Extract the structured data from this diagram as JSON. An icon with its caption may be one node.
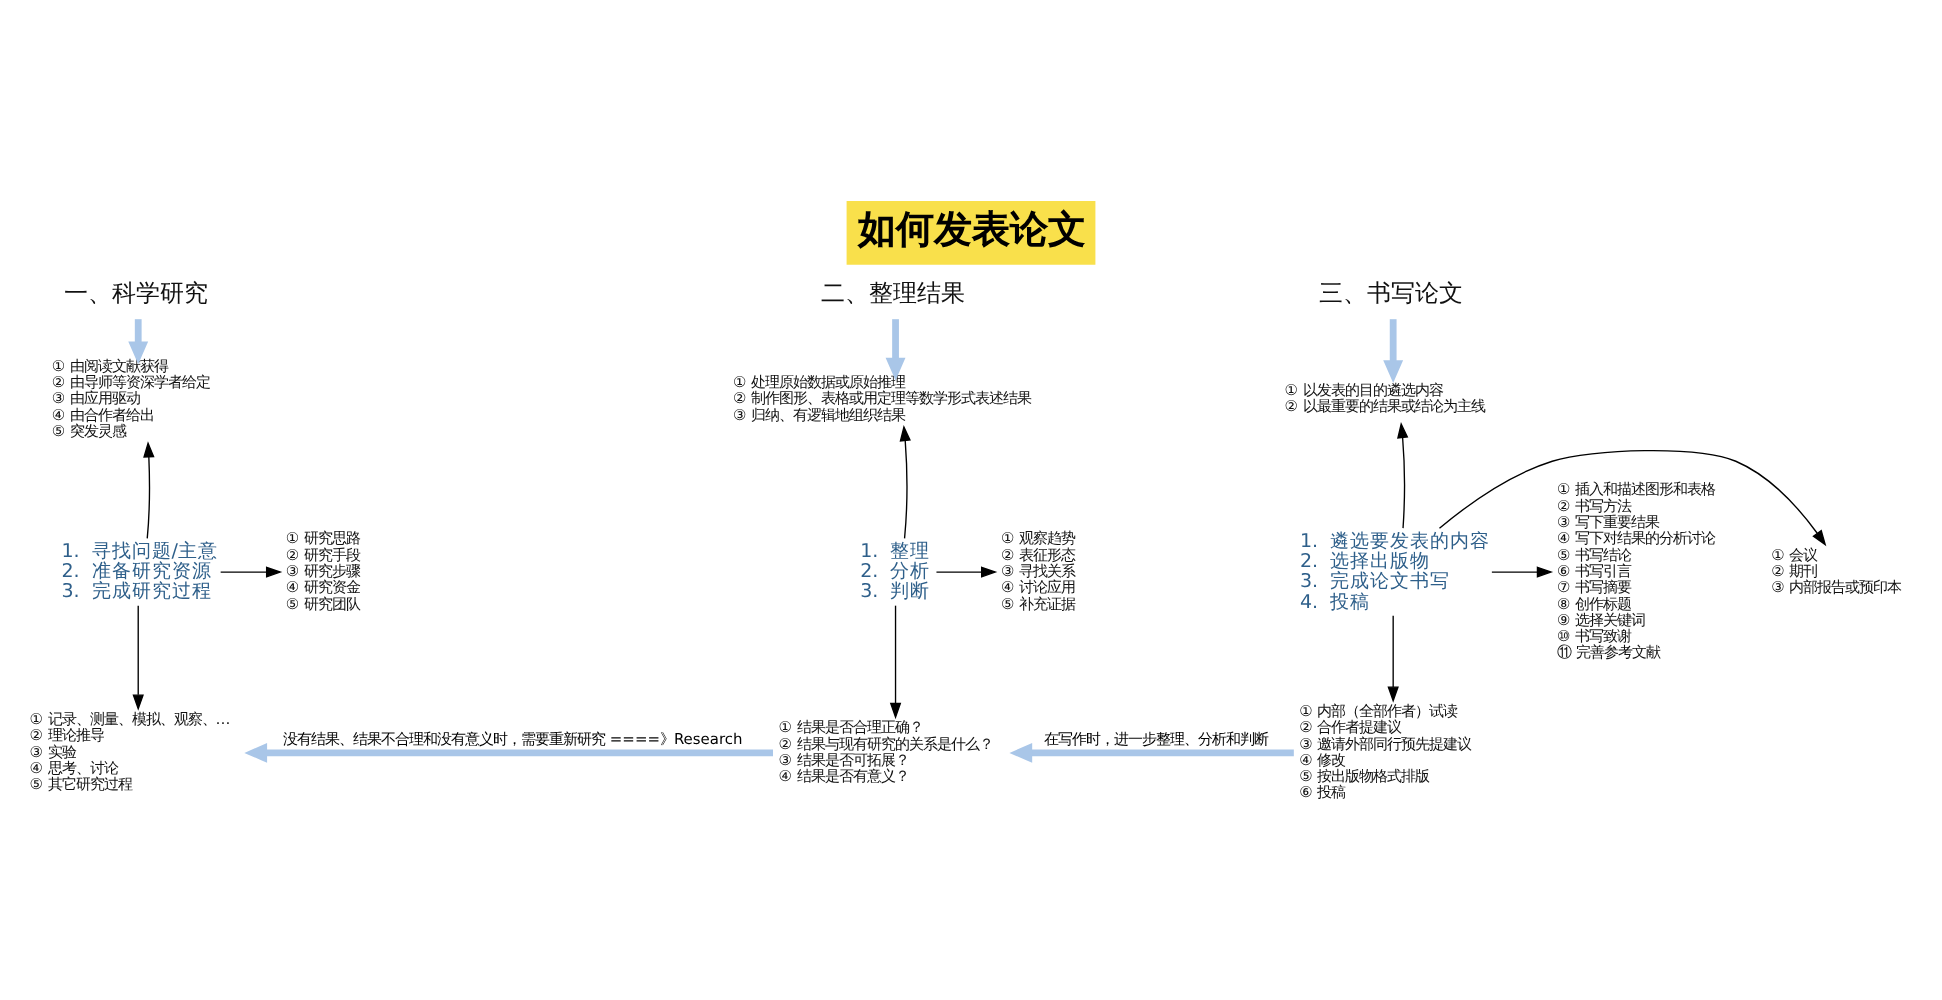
{
  "diagram": {
    "title": "如何发表论文",
    "nodes": [
      {
        "text": [
          "一、科学研究"
        ]
      },
      {
        "text": [
          "① 由阅读文献获得",
          "② 由导师等资深学者给定",
          "③ 由应用驱动",
          "④ 由合作者给出",
          "⑤ 突发灵感"
        ]
      },
      {
        "text": [
          "1.  寻找问题/主意",
          "2.  准备研究资源",
          "3.  完成研究过程"
        ]
      },
      {
        "text": [
          "① 研究思路",
          "② 研究手段",
          "③ 研究步骤",
          "④ 研究资金",
          "⑤ 研究团队"
        ]
      },
      {
        "text": [
          "① 记录、测量、模拟、观察、…",
          "② 理论推导",
          "③ 实验",
          "④ 思考、讨论",
          "⑤ 其它研究过程"
        ]
      },
      {
        "text": [
          "二、整理结果"
        ]
      },
      {
        "text": [
          "① 处理原始数据或原始推理",
          "② 制作图形、表格或用定理等数学形式表述结果",
          "③ 归纳、有逻辑地组织结果"
        ]
      },
      {
        "text": [
          "1.  整理",
          "2.  分析",
          "3.  判断"
        ]
      },
      {
        "text": [
          "① 观察趋势",
          "② 表征形态",
          "③ 寻找关系",
          "④ 讨论应用",
          "⑤ 补充证据"
        ]
      },
      {
        "text": [
          "① 结果是否合理正确？",
          "② 结果与现有研究的关系是什么？",
          "③ 结果是否可拓展？",
          "④ 结果是否有意义？"
        ]
      },
      {
        "text": [
          "三、书写论文"
        ]
      },
      {
        "text": [
          "① 以发表的目的遴选内容",
          "② 以最重要的结果或结论为主线"
        ]
      },
      {
        "text": [
          "1.  遴选要发表的内容",
          "2.  选择出版物",
          "3.  完成论文书写",
          "4.  投稿"
        ]
      },
      {
        "text": [
          "① 会议",
          "② 期刊",
          "③ 内部报告或预印本"
        ]
      },
      {
        "text": [
          "① 插入和描述图形和表格",
          "② 书写方法",
          "③ 写下重要结果",
          "④ 写下对结果的分析讨论",
          "⑤ 书写结论",
          "⑥ 书写引言",
          "⑦ 书写摘要",
          "⑧ 创作标题",
          "⑨ 选择关键词",
          "⑩ 书写致谢",
          "⑪ 完善参考文献"
        ]
      },
      {
        "text": [
          "① 内部（全部作者）试读",
          "② 合作者提建议",
          "③ 邀请外部同行预先提建议",
          "④ 修改",
          "⑤ 按出版物格式排版",
          "⑥ 投稿"
        ]
      }
    ],
    "edges": [
      {
        "from": 0,
        "to": 1,
        "arrow": "to",
        "style": "thick",
        "color": "#a9c6e8"
      },
      {
        "from": 2,
        "to": 1,
        "arrow": "to"
      },
      {
        "from": 2,
        "to": 3,
        "arrow": "to"
      },
      {
        "from": 2,
        "to": 4,
        "arrow": "to"
      },
      {
        "from": 5,
        "to": 6,
        "arrow": "to",
        "style": "thick",
        "color": "#a9c6e8"
      },
      {
        "from": 7,
        "to": 6,
        "arrow": "to"
      },
      {
        "from": 7,
        "to": 8,
        "arrow": "to"
      },
      {
        "from": 7,
        "to": 9,
        "arrow": "to"
      },
      {
        "from": 10,
        "to": 11,
        "arrow": "to",
        "style": "thick",
        "color": "#a9c6e8"
      },
      {
        "from": 12,
        "to": 11,
        "arrow": "to"
      },
      {
        "from": 12,
        "to": 13,
        "arrow": "to"
      },
      {
        "from": 12,
        "to": 14,
        "arrow": "to"
      },
      {
        "from": 12,
        "to": 15,
        "arrow": "to"
      },
      {
        "from": 9,
        "to": 4,
        "arrow": "to",
        "style": "thick",
        "color": "#a9c6e8",
        "label": "没有结果、结果不合理和没有意义时，需要重新研究 ====》Research"
      },
      {
        "from": 15,
        "to": 9,
        "arrow": "to",
        "style": "thick",
        "color": "#a9c6e8",
        "label": "在写作时，进一步整理、分析和判断"
      }
    ]
  }
}
